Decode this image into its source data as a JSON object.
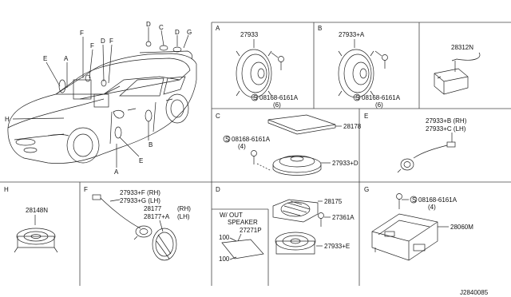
{
  "car": {
    "callouts": [
      "E",
      "A",
      "F",
      "F",
      "D",
      "F",
      "D",
      "C",
      "D",
      "G",
      "H",
      "B",
      "E",
      "A"
    ]
  },
  "panels": {
    "A": {
      "letter": "A",
      "part": "27933",
      "screw": "08168-6161A",
      "qty": "(6)"
    },
    "B": {
      "letter": "B",
      "part": "27933+A",
      "screw": "08168-6161A",
      "qty": "(6)"
    },
    "module": {
      "part": "28312N"
    },
    "C": {
      "letter": "C",
      "cover": "28178",
      "screw": "08168-6161A",
      "qty": "(4)",
      "speaker": "27933+D"
    },
    "E": {
      "letter": "E",
      "rh": "27933+B (RH)",
      "lh": "27933+C (LH)"
    },
    "H": {
      "letter": "H",
      "part": "28148N"
    },
    "F": {
      "letter": "F",
      "a": "27933+F (RH)",
      "b": "27933+G (LH)",
      "c": "28177",
      "c_side": "(RH)",
      "d": "28177+A",
      "d_side": "(LH)"
    },
    "D": {
      "letter": "D",
      "grille": "28175",
      "bracket": "27361A",
      "speaker": "27933+E",
      "sub_title_1": "W/ OUT",
      "sub_title_2": "SPEAKER",
      "sub_part": "27271P",
      "dim_1": "100",
      "dim_2": "100"
    },
    "G": {
      "letter": "G",
      "screw": "08168-6161A",
      "qty": "(4)",
      "amp": "28060M"
    }
  },
  "footer": {
    "code": "J2840085"
  },
  "colors": {
    "line": "#222222",
    "frame": "#444444"
  }
}
